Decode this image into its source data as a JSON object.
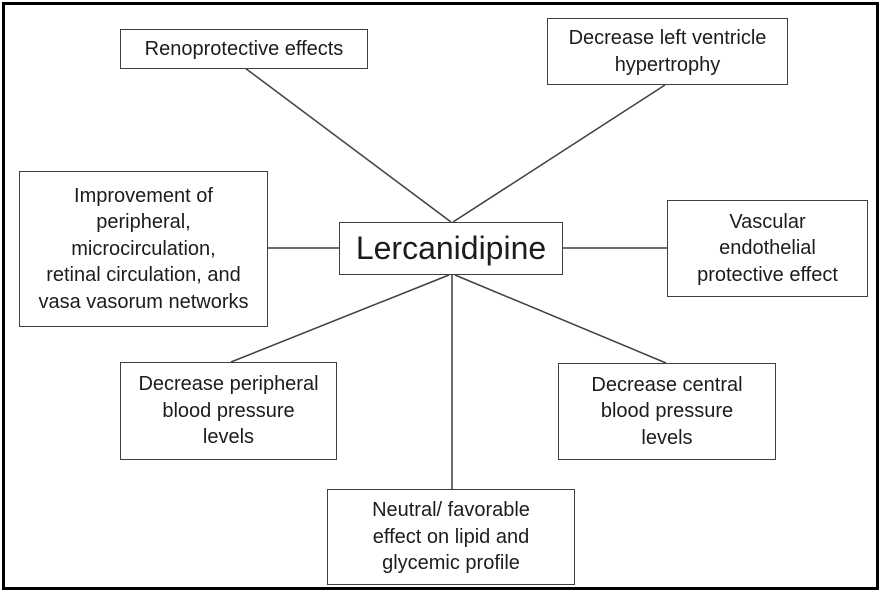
{
  "diagram": {
    "center_node": {
      "label": "Lercanidipine"
    },
    "nodes": {
      "renoprotective": {
        "label": "Renoprotective effects"
      },
      "lv_hypertrophy": {
        "label": "Decrease left ventricle\nhypertrophy"
      },
      "microcirculation": {
        "label": "Improvement of\nperipheral,\nmicrocirculation,\nretinal circulation, and\nvasa vasorum networks"
      },
      "vascular": {
        "label": "Vascular\nendothelial\nprotective effect"
      },
      "peripheral_bp": {
        "label": "Decrease peripheral\nblood pressure\nlevels"
      },
      "central_bp": {
        "label": "Decrease central\nblood pressure\nlevels"
      },
      "lipid_glycemic": {
        "label": "Neutral/ favorable\neffect on lipid and\nglycemic profile"
      }
    },
    "colors": {
      "background": "#ffffff",
      "outer_border": "#000000",
      "box_border": "#3f3f3f",
      "connector_line": "#3f3f3f",
      "text": "#1c1c1c"
    }
  }
}
